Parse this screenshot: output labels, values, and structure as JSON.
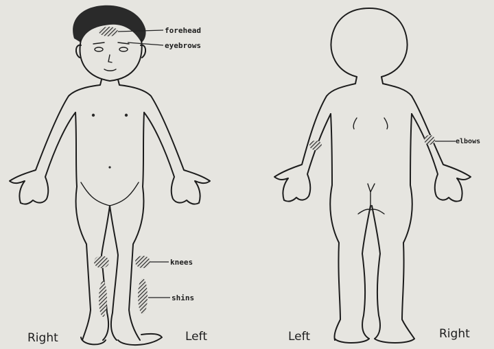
{
  "front_view": {
    "labels": {
      "forehead": "forehead",
      "eyebrows": "eyebrows",
      "knees": "knees",
      "shins": "shins"
    },
    "side_right": "Right",
    "side_left": "Left"
  },
  "back_view": {
    "labels": {
      "elbows": "elbows"
    },
    "side_left": "Left",
    "side_right": "Right"
  },
  "colors": {
    "background": "#e6e5e0",
    "ink": "#1c1c1c"
  }
}
